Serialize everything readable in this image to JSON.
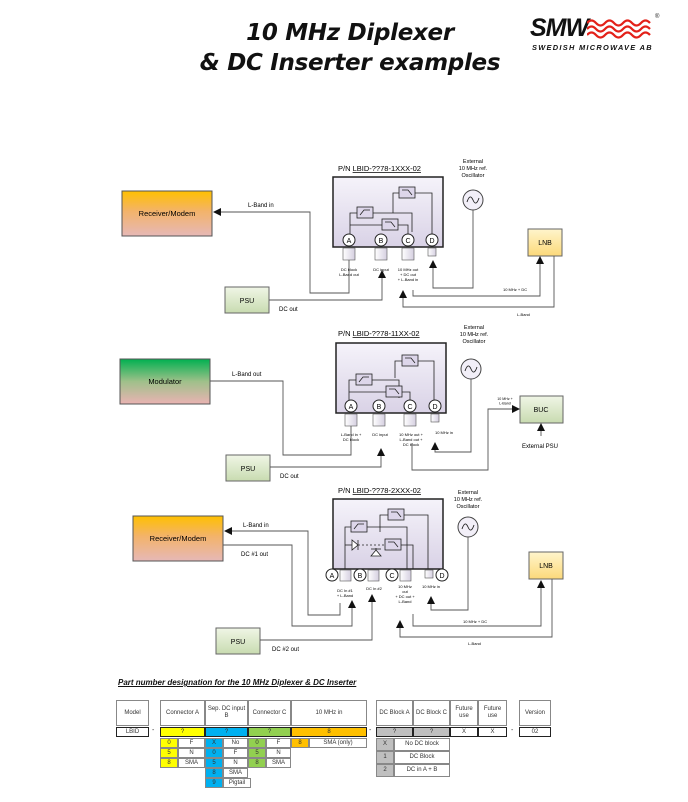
{
  "title": {
    "line1": "10 MHz Diplexer",
    "line2": "& DC Inserter examples"
  },
  "logo": {
    "brand": "SMW",
    "subtitle": "SWEDISH MICROWAVE AB",
    "registered": "®",
    "accent_color": "#e32119"
  },
  "diagrams": [
    {
      "part_number_prefix": "P/N ",
      "part_number": "LBID-??78-1XXX-02",
      "oscillator_label": [
        "External",
        "10 MHz ref.",
        "Oscillator"
      ],
      "ports": [
        "A",
        "B",
        "C",
        "D"
      ],
      "port_labels": {
        "A": [
          "DC block",
          "L-Band out"
        ],
        "B": [
          "DC input"
        ],
        "C": [
          "10 MHz out",
          "+ DC out",
          "+ L-Band in"
        ],
        "D": []
      },
      "left_device": "Receiver/Modem",
      "left_link_label": "L-Band in",
      "psu": "PSU",
      "psu_link_label": "DC out",
      "right_device": "LNB",
      "right_link_top": "10 MHz + DC",
      "right_link_bottom": "L-Band"
    },
    {
      "part_number_prefix": "P/N ",
      "part_number": "LBID-??78-11XX-02",
      "oscillator_label": [
        "External",
        "10 MHz ref.",
        "Oscillator"
      ],
      "ports": [
        "A",
        "B",
        "C",
        "D"
      ],
      "port_labels": {
        "A": [
          "L-Band in +",
          "DC block"
        ],
        "B": [
          "DC input"
        ],
        "C": [
          "10 MHz out +",
          "L-Band out +",
          "DC block"
        ],
        "D": [
          "10 MHz in"
        ]
      },
      "left_device": "Modulator",
      "left_link_label": "L-Band out",
      "psu": "PSU",
      "psu_link_label": "DC out",
      "right_device": "BUC",
      "right_link_top": [
        "10 MHz +",
        "L-Band"
      ],
      "right_psu_label": "External PSU"
    },
    {
      "part_number_prefix": "P/N ",
      "part_number": "LBID-??78-2XXX-02",
      "oscillator_label": [
        "External",
        "10 MHz ref.",
        "Oscillator"
      ],
      "ports": [
        "A",
        "B",
        "C",
        "D"
      ],
      "port_labels": {
        "A": [
          "DC In #1",
          "+ L-Band"
        ],
        "B": [
          "DC In #2"
        ],
        "C": [
          "10 MHz",
          "out",
          "+ DC out +",
          "L-Band"
        ],
        "D": [
          "10 MHz in"
        ]
      },
      "left_device": "Receiver/Modem",
      "left_link_label": "L-Band in",
      "left_link2_label": "DC #1 out",
      "psu": "PSU",
      "psu_link_label": "DC #2 out",
      "right_device": "LNB",
      "right_link_top": "10 MHz + DC",
      "right_link_bottom": "L-Band"
    }
  ],
  "part_number_table": {
    "title": "Part number designation for the 10 MHz Diplexer & DC Inserter",
    "separator": "-",
    "headers": {
      "model": "Model",
      "connector_a": "Connector A",
      "sep_dc_input_b": "Sep. DC input B",
      "connector_c": "Connector C",
      "ten_mhz_in": "10 MHz in",
      "dc_block_a": "DC Block A",
      "dc_block_c": "DC Block C",
      "future_use_1": "Future use",
      "future_use_2": "Future use",
      "version": "Version"
    },
    "selected": {
      "model": "LBID",
      "connector_a": "?",
      "sep_dc_input_b": "?",
      "connector_c": "?",
      "ten_mhz_in": "8",
      "dc_block_a": "?",
      "dc_block_c": "?",
      "future_use_1": "X",
      "future_use_2": "X",
      "version": "02"
    },
    "connector_a_options": [
      {
        "code": "0",
        "label": "F"
      },
      {
        "code": "5",
        "label": "N"
      },
      {
        "code": "8",
        "label": "SMA"
      }
    ],
    "sep_dc_input_b_options": [
      {
        "code": "X",
        "label": "No"
      },
      {
        "code": "0",
        "label": "F"
      },
      {
        "code": "5",
        "label": "N"
      },
      {
        "code": "8",
        "label": "SMA"
      },
      {
        "code": "9",
        "label": "Pigtail"
      }
    ],
    "connector_c_options": [
      {
        "code": "0",
        "label": "F"
      },
      {
        "code": "5",
        "label": "N"
      },
      {
        "code": "8",
        "label": "SMA"
      }
    ],
    "ten_mhz_in_options": [
      {
        "code": "8",
        "label": "SMA (only)"
      }
    ],
    "dc_block_options": [
      {
        "code": "X",
        "label": "No DC block"
      },
      {
        "code": "1",
        "label": "DC Block"
      },
      {
        "code": "2",
        "label": "DC in A + B"
      }
    ],
    "colors": {
      "connector_a": "#ffff00",
      "sep_dc_input_b": "#00b0f0",
      "connector_c": "#92d050",
      "ten_mhz_in": "#ffc000",
      "dc_block": "#bfbfbf"
    }
  }
}
